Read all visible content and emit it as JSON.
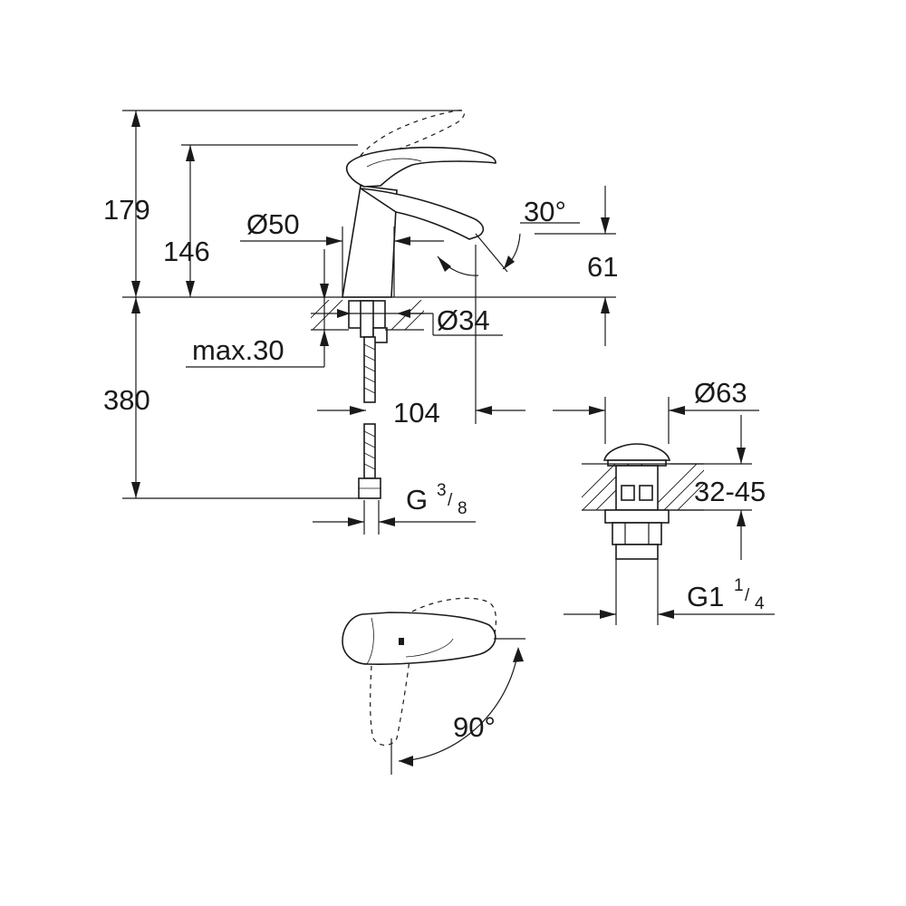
{
  "dimensions": {
    "overall_height": "179",
    "lever_height": "146",
    "base_diameter": "Ø50",
    "spout_angle": "30°",
    "spout_height": "61",
    "hole_diameter": "Ø34",
    "max_thickness": "max.30",
    "hose_length": "380",
    "spout_reach": "104",
    "thread_hose": "G",
    "thread_hose_num": "3",
    "thread_hose_den": "8",
    "waste_diameter": "Ø63",
    "waste_thickness": "32-45",
    "thread_waste": "G1",
    "thread_waste_num": "1",
    "thread_waste_den": "4",
    "lever_rotation": "90°"
  }
}
